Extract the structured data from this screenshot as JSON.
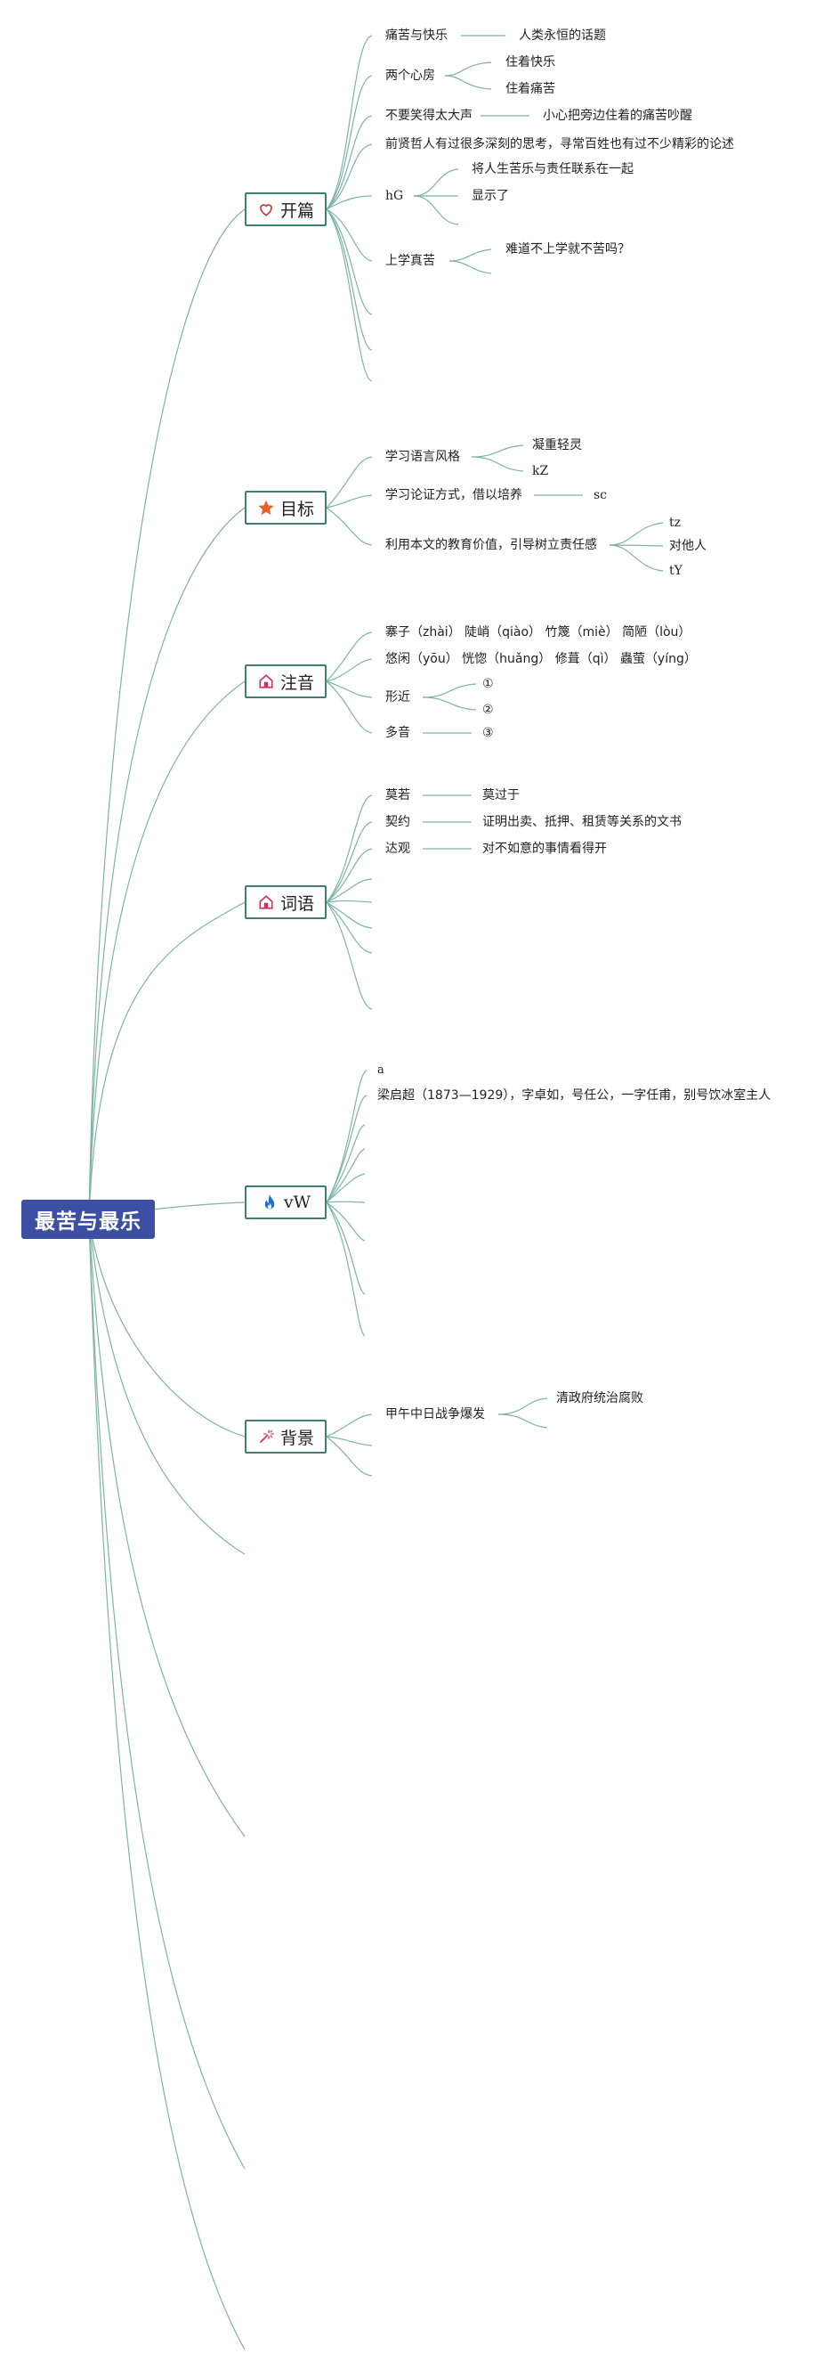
{
  "root": {
    "label": "最苦与最乐"
  },
  "branches": {
    "opening": {
      "label": "开篇",
      "icon": "heart-icon",
      "items": {
        "item1": {
          "label": "痛苦与快乐",
          "child": "人类永恒的话题"
        },
        "item2": {
          "label": "两个心房",
          "children": [
            "住着快乐",
            "住着痛苦"
          ]
        },
        "item3": {
          "label": "不要笑得太大声",
          "child": "小心把旁边住着的痛苦吵醒"
        },
        "item4": {
          "label": "前贤哲人有过很多深刻的思考，寻常百姓也有过不少精彩的论述"
        },
        "item5": {
          "label": "hG",
          "children": [
            "将人生苦乐与责任联系在一起",
            "显示了"
          ]
        },
        "item6": {
          "label": "上学真苦",
          "child": "难道不上学就不苦吗？"
        }
      }
    },
    "goals": {
      "label": "目标",
      "icon": "star-icon",
      "items": {
        "item1": {
          "label": "学习语言风格",
          "children": [
            "凝重轻灵",
            "kZ"
          ]
        },
        "item2": {
          "label": "学习论证方式，借以培养",
          "child": "sc"
        },
        "item3": {
          "label": "利用本文的教育价值，引导树立责任感",
          "children": [
            "tz",
            "对他人",
            "tY"
          ]
        }
      }
    },
    "pronunciation": {
      "label": "注音",
      "icon": "house-icon",
      "items": {
        "item1": {
          "label": "寨子（zhài） 陡峭（qiào） 竹篾（miè） 简陋（lòu）"
        },
        "item2": {
          "label": "悠闲（yōu） 恍惚（huǎng） 修葺（qì） 蟲萤（yíng）"
        },
        "item3": {
          "label": "形近",
          "children": [
            "①",
            "②"
          ]
        },
        "item4": {
          "label": "多音",
          "child": "③"
        }
      }
    },
    "words": {
      "label": "词语",
      "icon": "house-icon",
      "items": {
        "item1": {
          "label": "莫若",
          "child": "莫过于"
        },
        "item2": {
          "label": "契约",
          "child": "证明出卖、抵押、租赁等关系的文书"
        },
        "item3": {
          "label": "达观",
          "child": "对不如意的事情看得开"
        }
      }
    },
    "author": {
      "label": "vW",
      "icon": "flame-icon",
      "items": {
        "item1": {
          "label": "a"
        },
        "item2": {
          "label": "梁启超（1873—1929），字卓如，号任公，一字任甫，别号饮冰室主人"
        }
      }
    },
    "background": {
      "label": "背景",
      "icon": "wand-icon",
      "items": {
        "item1": {
          "label": "甲午中日战争爆发",
          "child": "清政府统治腐败"
        }
      }
    }
  },
  "colors": {
    "root_fill": "#3c4fa3",
    "branch_border": "#3f7f72",
    "link_line": "#7fb3a6",
    "heart": "#c0392b",
    "star": "#e8602c",
    "house": "#d2335c",
    "flame": "#1f6fd1",
    "wand": "#d2335c"
  }
}
